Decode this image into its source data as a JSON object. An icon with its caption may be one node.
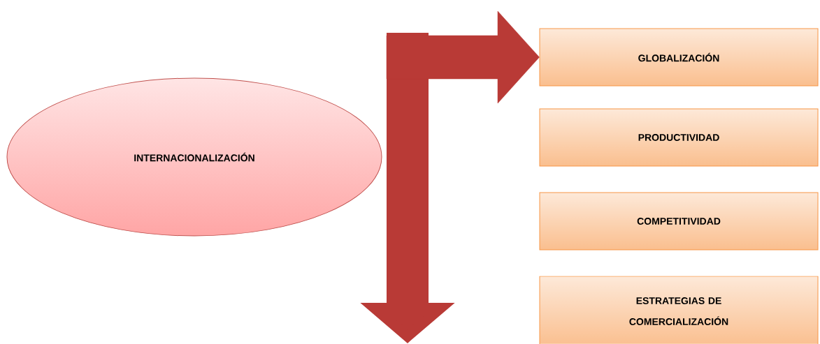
{
  "diagram": {
    "nodes": [
      {
        "text": [
          "INTERNACIONALIZACIÓN"
        ]
      },
      {
        "text": [
          "GLOBALIZACIÓN"
        ]
      },
      {
        "text": [
          "PRODUCTIVIDAD"
        ]
      },
      {
        "text": [
          "COMPETITIVIDAD"
        ]
      },
      {
        "text": [
          "ESTRATEGIAS DE COMERCIALIZACIÓN"
        ]
      }
    ],
    "edges": [
      {
        "from": null,
        "to": 1,
        "arrow": "to"
      }
    ]
  }
}
